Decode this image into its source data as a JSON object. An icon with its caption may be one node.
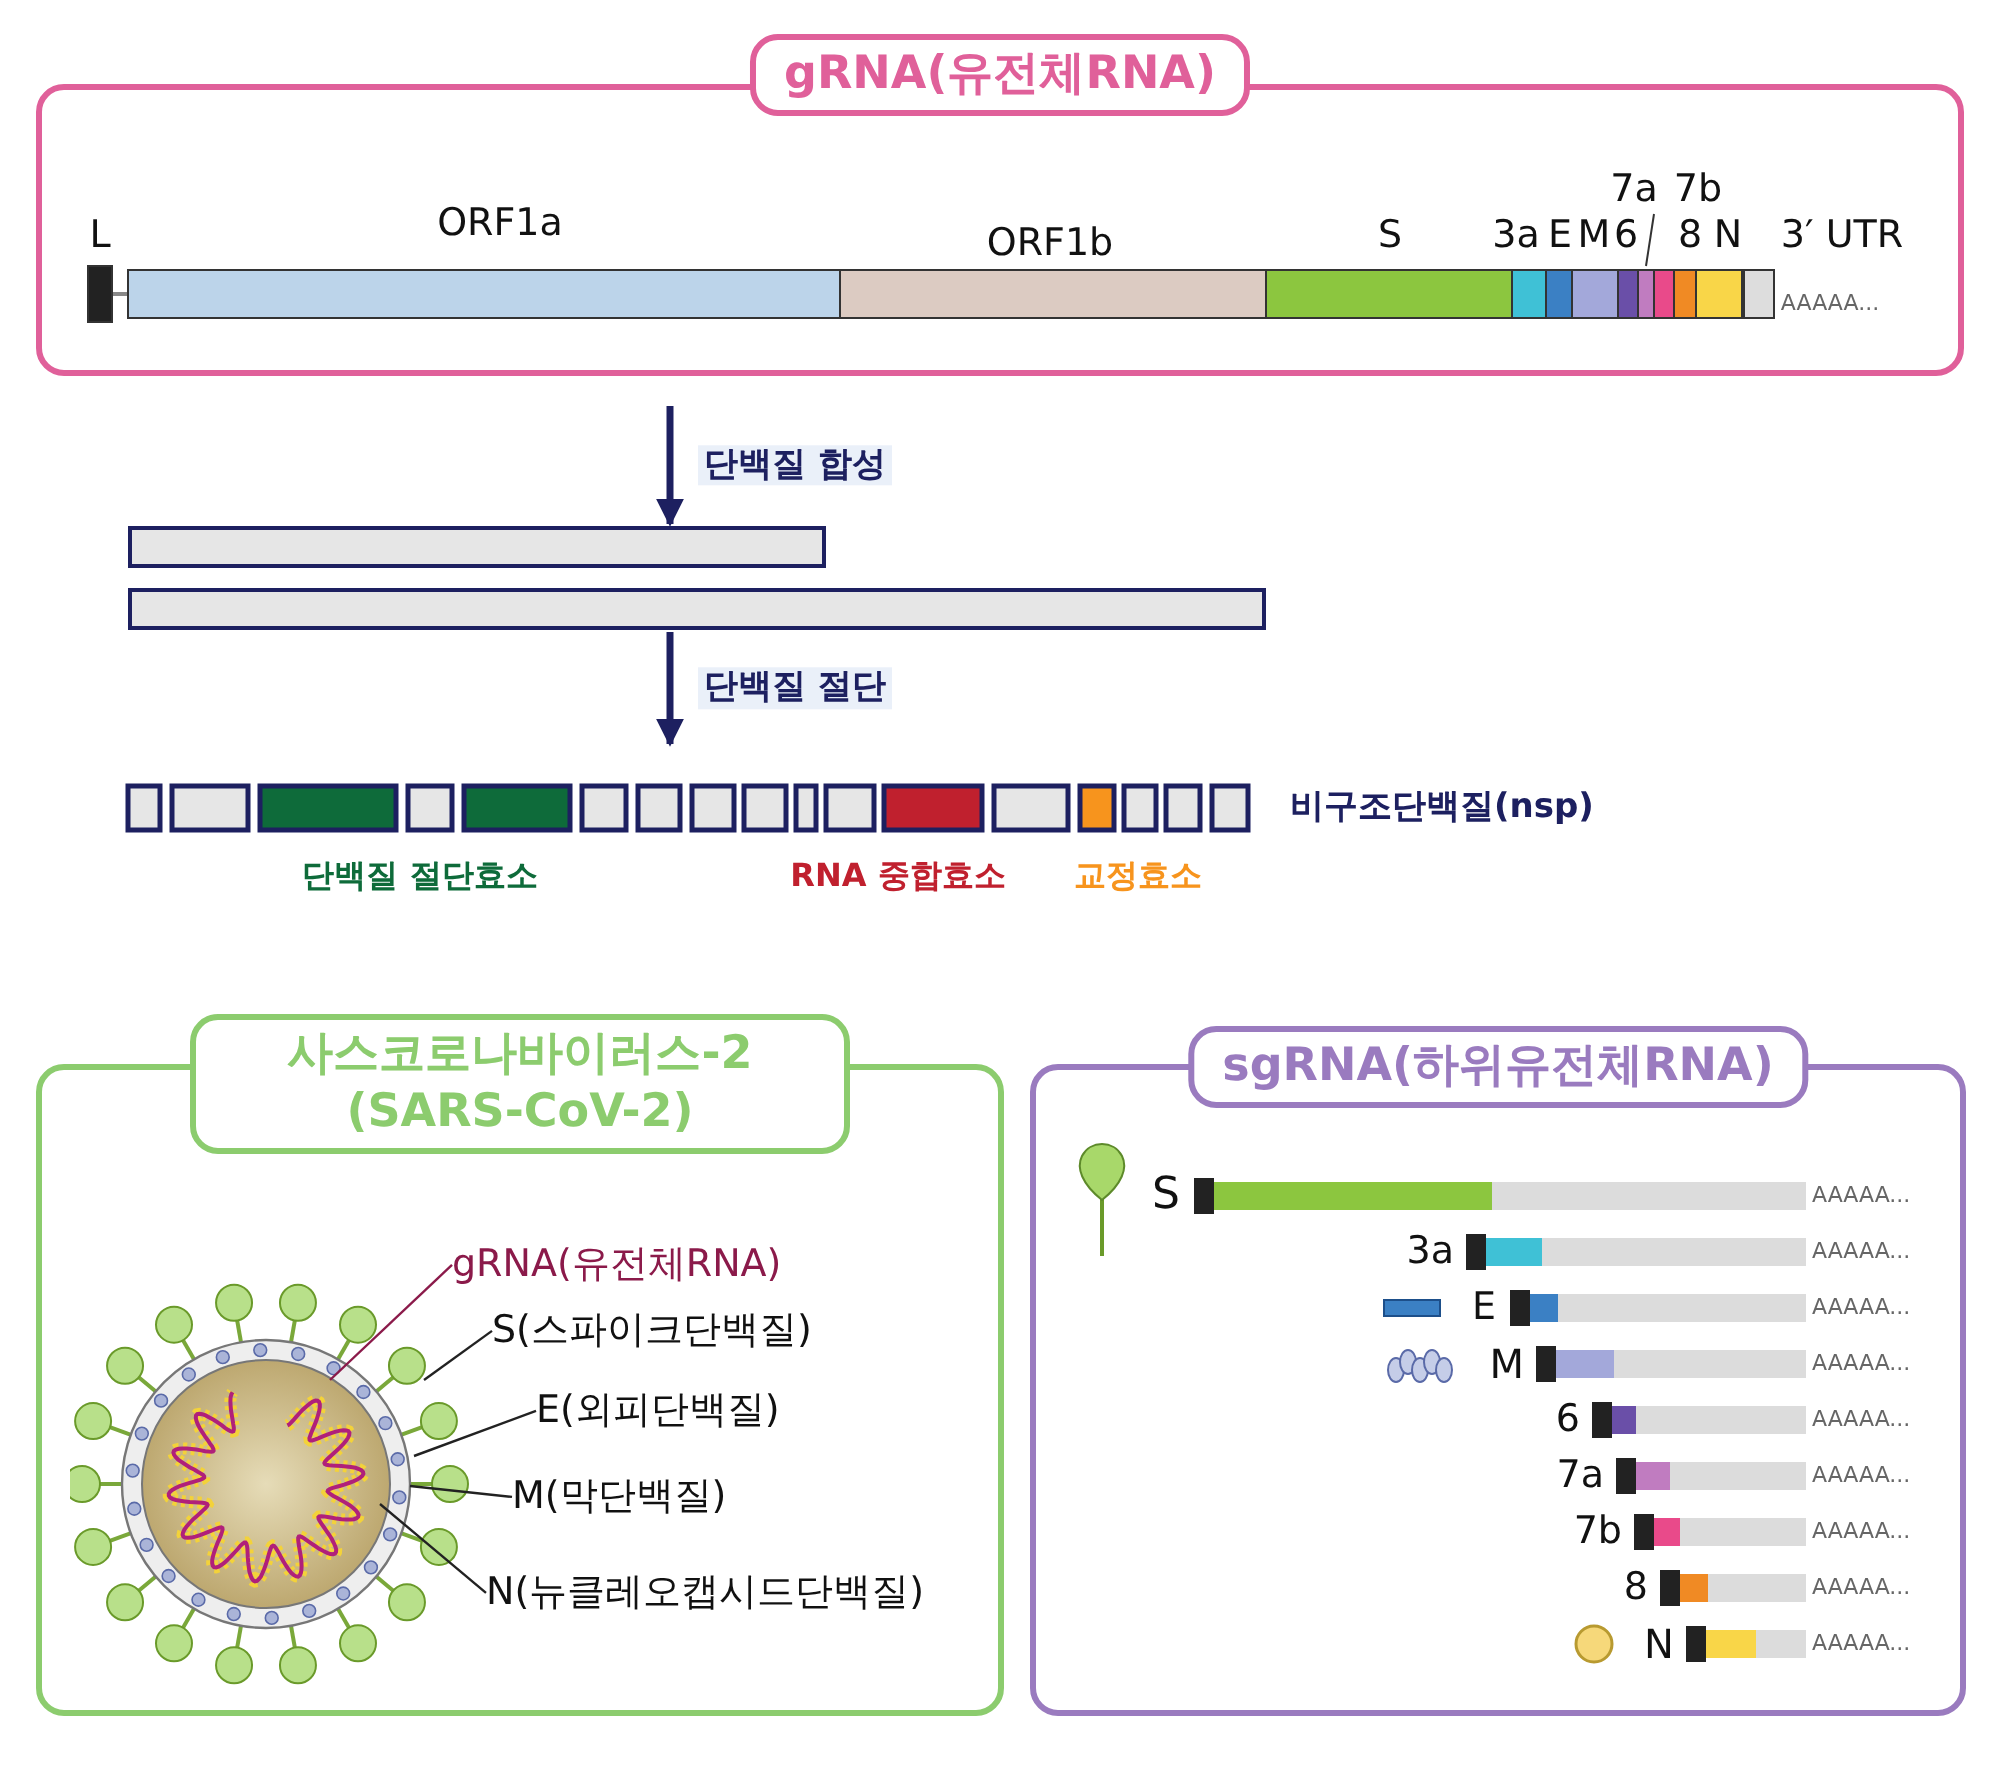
{
  "diagram": {
    "nodes": [
      {
        "text": [
          "gRNA(유전체RNA)"
        ]
      },
      {
        "text": [],
        "shape": "bar"
      },
      {
        "text": [],
        "shape": "bar"
      },
      {
        "text": [
          "사스코로나바이러스-2 (SARS-CoV-2)"
        ]
      },
      {
        "text": [],
        "shape": "picture",
        "in": 3
      },
      {
        "text": [
          "gRNA(유전체RNA)"
        ],
        "in": 3
      },
      {
        "text": [
          "S(스파이크단백질)"
        ],
        "in": 3
      },
      {
        "text": [
          "E(외피단백질)"
        ],
        "in": 3
      },
      {
        "text": [
          "M(막단백질)"
        ],
        "in": 3
      },
      {
        "text": [
          "N(뉴클레오캡시드단백질)"
        ],
        "in": 3
      },
      {
        "text": [
          "sgRNA(하위유전체RNA)"
        ]
      }
    ],
    "edges": [
      {
        "from": null,
        "to": 1,
        "arrow": "to",
        "label": "단백질 합성",
        "style": "thick",
        "color": "#1d2060"
      },
      {
        "from": 2,
        "to": null,
        "arrow": "to",
        "label": "단백질 절단",
        "style": "thick",
        "color": "#1d2060"
      },
      {
        "from": 5,
        "to": 4,
        "arrow": "none",
        "color": "#8b1a4a"
      },
      {
        "from": 6,
        "to": 4,
        "arrow": "none"
      },
      {
        "from": 7,
        "to": 4,
        "arrow": "none"
      },
      {
        "from": 8,
        "to": 4,
        "arrow": "none"
      },
      {
        "from": 9,
        "to": 4,
        "arrow": "none"
      }
    ],
    "labels": [
      "L",
      "ORF1a",
      "ORF1b",
      "S",
      "3a",
      "E",
      "M",
      "6",
      "7a",
      "7b",
      "8",
      "N",
      "3′ UTR",
      "AAAAA...",
      "비구조단백질(nsp)",
      "단백질 절단효소",
      "RNA 중합효소",
      "교정효소",
      "S",
      "AAAAA...",
      "3a",
      "AAAAA...",
      "E",
      "AAAAA...",
      "M",
      "AAAAA...",
      "6",
      "AAAAA...",
      "7a",
      "AAAAA...",
      "7b",
      "AAAAA...",
      "8",
      "AAAAA...",
      "N",
      "AAAAA..."
    ]
  }
}
